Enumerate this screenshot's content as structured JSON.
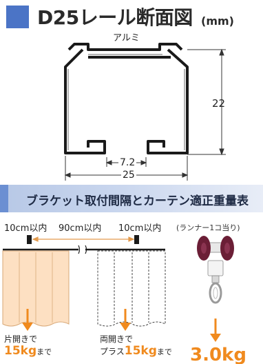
{
  "header": {
    "title": "D25レール断面図",
    "unit": "(mm)"
  },
  "rail_section": {
    "material_label": "アルミ",
    "height_label": "22",
    "inner_gap_label": "7.2",
    "width_label": "25"
  },
  "banner": {
    "title": "ブラケット取付間隔とカーテン適正重量表"
  },
  "spacing": {
    "left_label": "10cm以内",
    "middle_label": "90cm以内",
    "right_label": "10cm以内",
    "runner_note": "(ランナー1コ当り)"
  },
  "captions": {
    "single": {
      "line1": "片開きで",
      "value": "15kg",
      "suffix": "まで"
    },
    "double": {
      "line1": "両開きで",
      "prefix": "プラス",
      "value": "15kg",
      "suffix": "まで"
    },
    "runner_weight": "3.0kg"
  },
  "colors": {
    "accent_blue": "#4b74c6",
    "orange": "#f08a1e",
    "curtain_fill": "#fde0c2",
    "runner_wheel": "#6b1e36"
  }
}
